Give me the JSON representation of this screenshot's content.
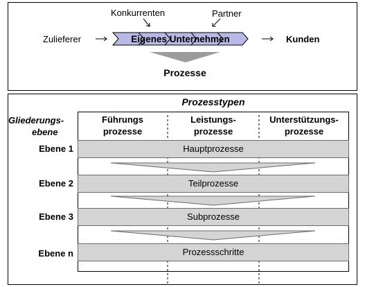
{
  "top": {
    "suppliers": "Zulieferer",
    "competitors": "Konkurrenten",
    "partners": "Partner",
    "company": "Eigenes Unternehmen",
    "customers": "Kunden",
    "processes": "Prozesse"
  },
  "bottom": {
    "heading": "Prozesstypen",
    "level_header": [
      "Gliederungs-",
      "ebene"
    ],
    "columns": [
      [
        "Führungs",
        "prozesse"
      ],
      [
        "Leistungs-",
        "prozesse"
      ],
      [
        "Unterstützungs-",
        "prozesse"
      ]
    ],
    "rows": [
      {
        "level": "Ebene 1",
        "label": "Hauptprozesse"
      },
      {
        "level": "Ebene 2",
        "label": "Teilprozesse"
      },
      {
        "level": "Ebene 3",
        "label": "Subprozesse"
      },
      {
        "level": "Ebene n",
        "label": "Prozessschritte"
      }
    ]
  },
  "colors": {
    "row_fill": "#d4d4d4",
    "chevron_fill": "#b9b9e8",
    "funnel_fill": "#9c9c9c"
  }
}
